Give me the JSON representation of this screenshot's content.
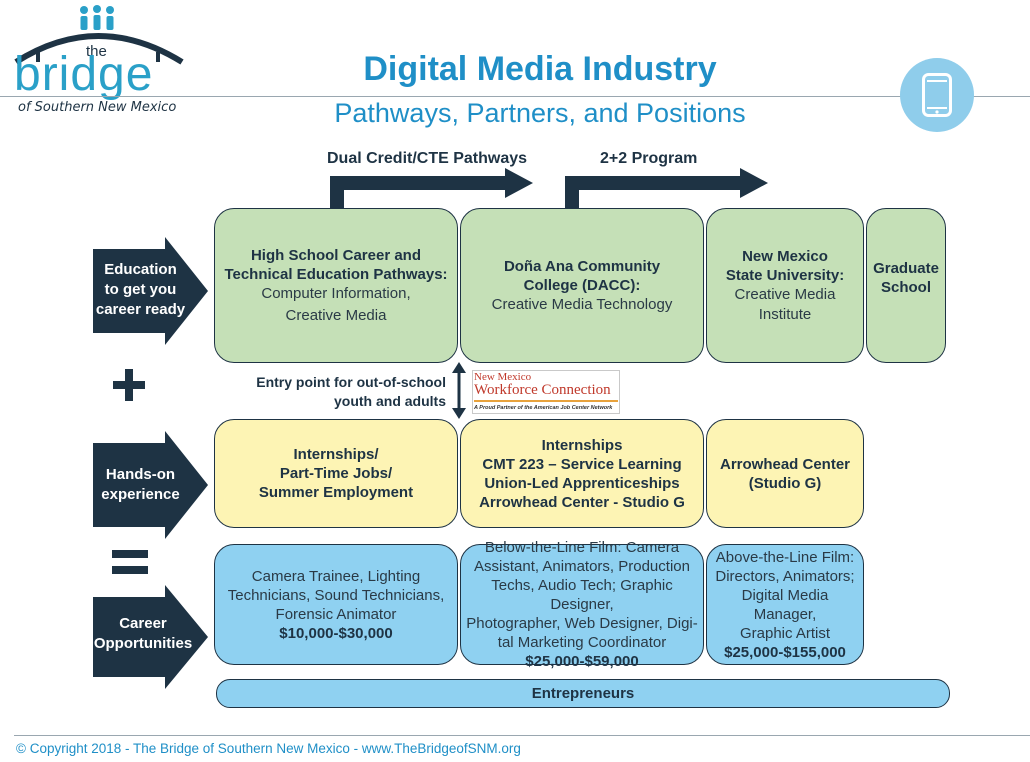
{
  "logo": {
    "the": "the",
    "name": "bridge",
    "subtitle": "of Southern New Mexico"
  },
  "header": {
    "title": "Digital Media Industry",
    "subtitle": "Pathways, Partners, and Positions",
    "icon": "smartphone-icon"
  },
  "pathways": {
    "dual_credit": "Dual Credit/CTE Pathways",
    "two_plus_two": "2+2 Program"
  },
  "side_labels": {
    "education": [
      "Education",
      "to get you",
      "career ready"
    ],
    "hands_on": [
      "Hands-on",
      "experience"
    ],
    "career": [
      "Career",
      "Opportunities"
    ]
  },
  "symbols": {
    "plus": "+",
    "equals": "="
  },
  "education": {
    "high_school": {
      "title": [
        "High School Career and",
        "Technical Education Pathways:"
      ],
      "detail": [
        "Computer Information,",
        "Creative Media"
      ]
    },
    "dacc": {
      "title": [
        "Doña Ana Community",
        "College (DACC):"
      ],
      "detail": [
        "Creative Media Technology"
      ]
    },
    "nmsu": {
      "title": [
        "New Mexico",
        "State University:"
      ],
      "detail": [
        "Creative Media",
        "Institute"
      ]
    },
    "graduate": {
      "title": [
        "Graduate",
        "School"
      ]
    }
  },
  "entry_point": {
    "text": [
      "Entry point for out-of-school",
      "youth and adults"
    ]
  },
  "workforce": {
    "top": "New Mexico",
    "name": "Workforce Connection",
    "tagline": "A Proud Partner of the American Job Center Network"
  },
  "hands_on": {
    "box1": [
      "Internships/",
      "Part-Time Jobs/",
      "Summer Employment"
    ],
    "box2": [
      "Internships",
      "CMT 223 – Service Learning",
      "Union-Led Apprenticeships",
      "Arrowhead Center - Studio G"
    ],
    "box3": [
      "Arrowhead Center",
      "(Studio G)"
    ]
  },
  "careers": {
    "entry": {
      "text": [
        "Camera Trainee, Lighting",
        "Technicians, Sound Technicians,",
        "Forensic Animator"
      ],
      "salary": "$10,000-$30,000"
    },
    "below_line": {
      "text": [
        "Below-the-Line Film: Camera",
        "Assistant, Animators, Production",
        "Techs, Audio Tech; Graphic Designer,",
        "Photographer, Web Designer, Digi-",
        "tal Marketing Coordinator"
      ],
      "salary": "$25,000-$59,000"
    },
    "above_line": {
      "text": [
        "Above-the-Line Film:",
        "Directors, Animators;",
        "Digital Media Manager,",
        "Graphic Artist"
      ],
      "salary": "$25,000-$155,000"
    }
  },
  "entrepreneurs": "Entrepreneurs",
  "footer": {
    "copyright": "© Copyright 2018 - The Bridge of Southern New Mexico  - www.TheBridgeofSNM.org"
  },
  "colors": {
    "brand_blue": "#1f8fc7",
    "navy": "#1e3344",
    "education_green": "#c5e0b7",
    "experience_yellow": "#fdf4b4",
    "career_blue": "#8fd1f1",
    "logo_teal": "#2aa0c8"
  }
}
